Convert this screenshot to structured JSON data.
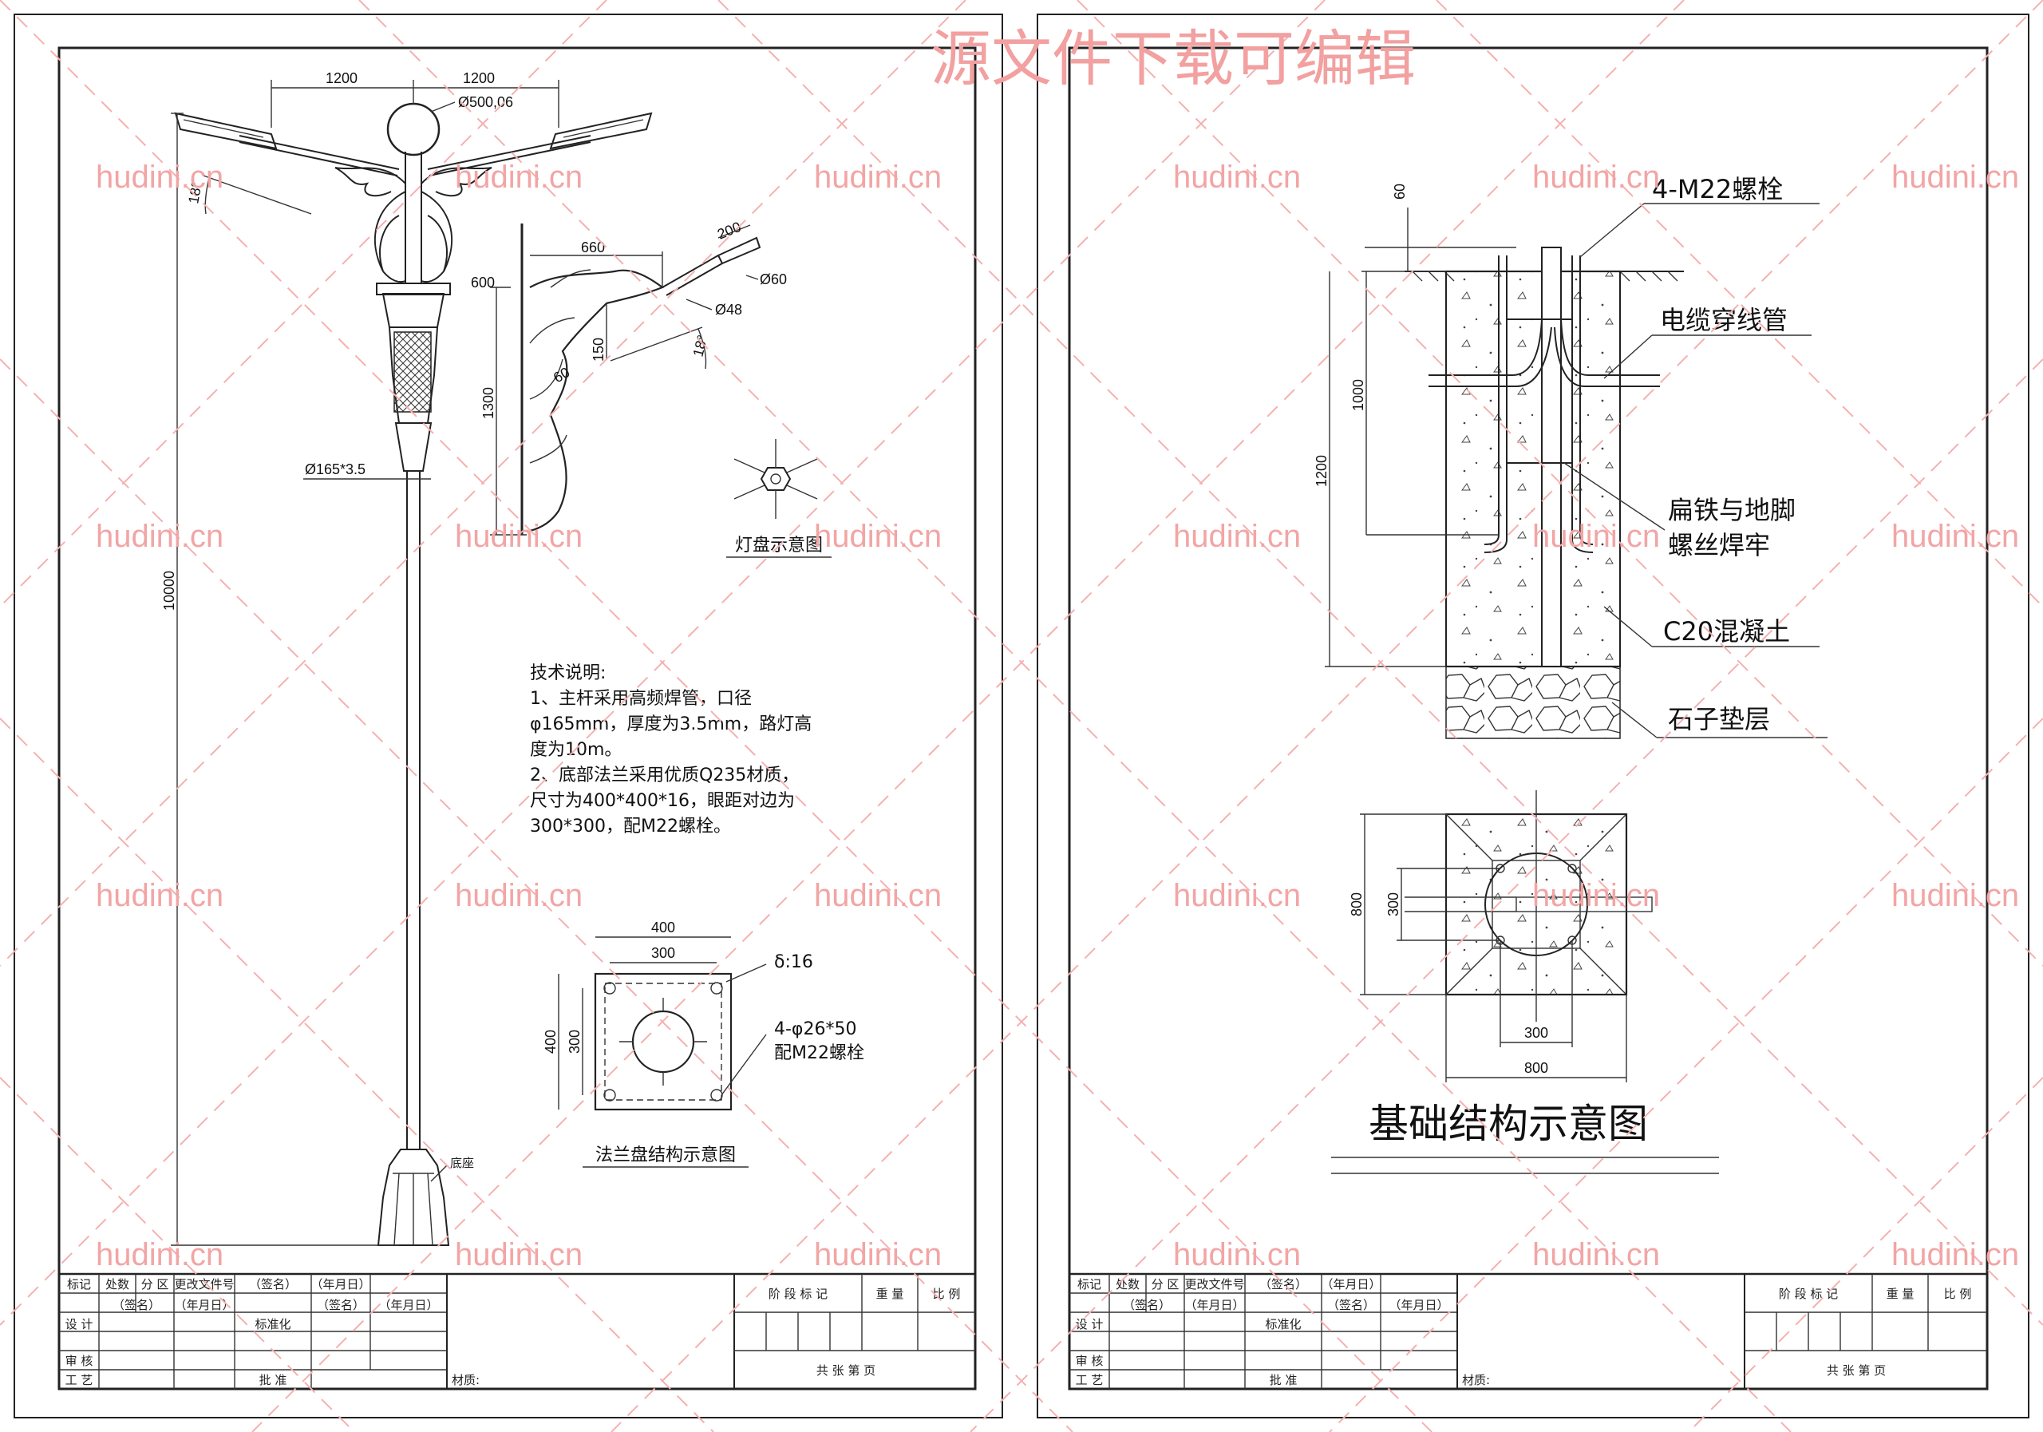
{
  "banner": "源文件下载可编辑",
  "watermark": "hudini.cn",
  "left_sheet": {
    "pole_dims": {
      "arm_left": "1200",
      "arm_right": "1200",
      "ball": "Ø500,06",
      "angle": "18°",
      "pipe": "Ø165*3.5",
      "height": "10000",
      "base_label": "底座"
    },
    "bracket_dims": {
      "d660": "660",
      "d600": "600",
      "d200": "200",
      "d60": "Ø60",
      "d48": "Ø48",
      "d150": "150",
      "angle": "18°",
      "d60b": "60",
      "d1300": "1300"
    },
    "lamp_disc_title": "灯盘示意图",
    "tech_notes": [
      "技术说明:",
      "1、主杆采用高频焊管，口径",
      "φ165mm，厚度为3.5mm，路灯高",
      "度为10m。",
      "2、底部法兰采用优质Q235材质，",
      "尺寸为400*400*16，眼距对边为",
      "300*300，配M22螺栓。"
    ],
    "flange": {
      "w400": "400",
      "w300": "300",
      "h400": "400",
      "h300": "300",
      "thickness": "δ:16",
      "holes": "4-φ26*50",
      "bolts": "配M22螺栓",
      "title": "法兰盘结构示意图"
    }
  },
  "right_sheet": {
    "section_dims": {
      "d60": "60",
      "d1000": "1000",
      "d1200": "1200"
    },
    "labels": {
      "bolts": "4-M22螺栓",
      "cable": "电缆穿线管",
      "weld1": "扁铁与地脚",
      "weld2": "螺丝焊牢",
      "concrete": "C20混凝土",
      "gravel": "石子垫层"
    },
    "plan_dims": {
      "h800": "800",
      "h300": "300",
      "w300": "300",
      "w800": "800"
    },
    "title": "基础结构示意图"
  },
  "title_block": {
    "row1": [
      "标记",
      "处数",
      "分 区",
      "更改文件号",
      "（签名）",
      "（年月日）"
    ],
    "row2": [
      "设 计",
      "（签名）",
      "（年月日）",
      "标准化",
      "（签名）",
      "（年月日）"
    ],
    "row3": [
      "审 核"
    ],
    "row4": [
      "工 艺",
      "批 准"
    ],
    "material": "材质:",
    "stage": "阶 段 标 记",
    "weight": "重 量",
    "scale": "比 例",
    "sheets": "共    张    第    页"
  }
}
